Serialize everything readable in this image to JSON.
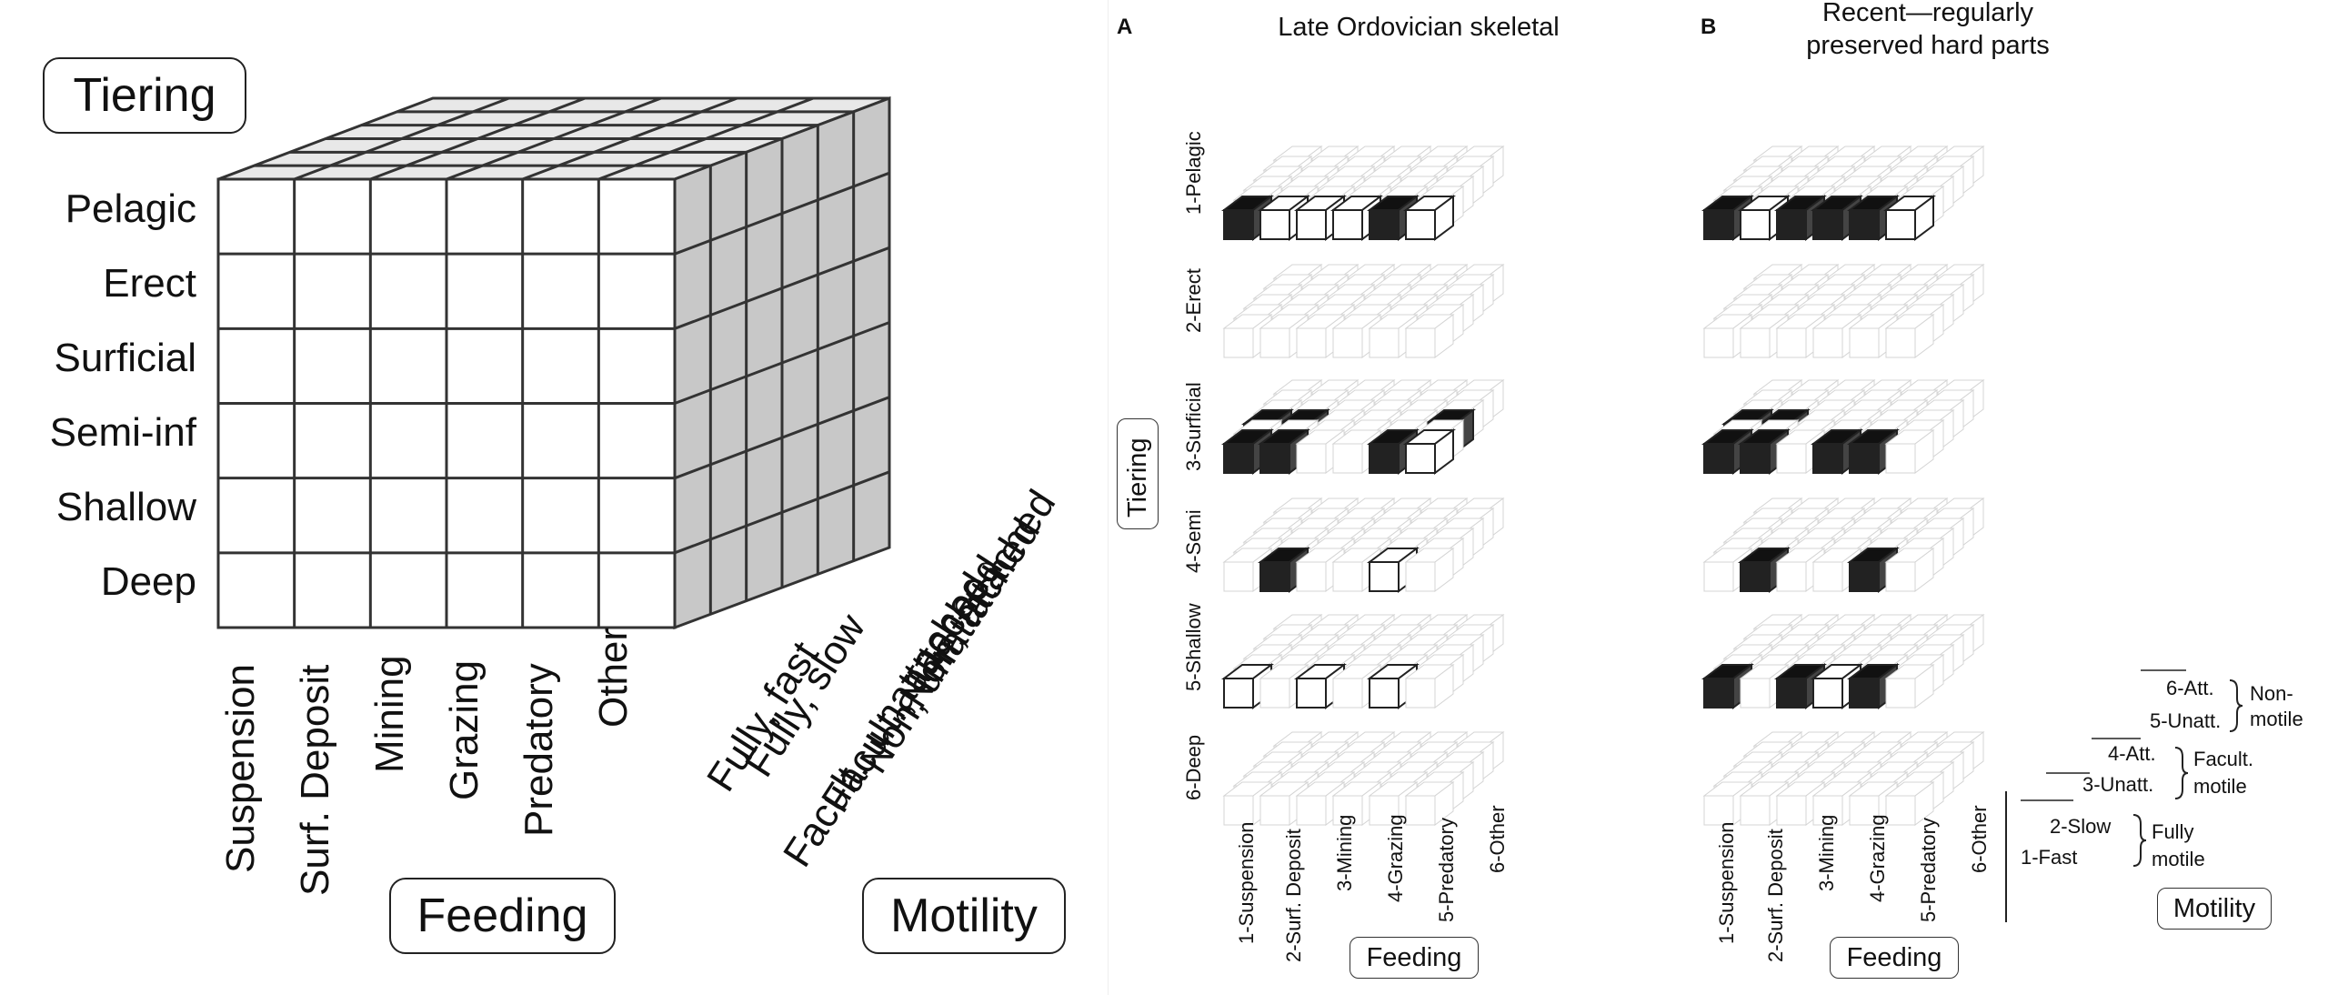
{
  "left": {
    "tiering_label": "Tiering",
    "feeding_label": "Feeding",
    "motility_label": "Motility",
    "tiers": [
      "Pelagic",
      "Erect",
      "Surficial",
      "Semi-inf",
      "Shallow",
      "Deep"
    ],
    "feeding": [
      "Suspension",
      "Surf. Deposit",
      "Mining",
      "Grazing",
      "Predatory",
      "Other"
    ],
    "motility": [
      "Fully, fast",
      "Fully, slow",
      "Facult., unattached",
      "Facult., attached",
      "Non, unattached",
      "Non, attached"
    ]
  },
  "panel_a": {
    "letter": "A",
    "title": "Late Ordovician skeletal"
  },
  "panel_b": {
    "letter": "B",
    "title_line1": "Recent—regularly",
    "title_line2": "preserved hard parts"
  },
  "right": {
    "tiering_label": "Tiering",
    "feeding_label": "Feeding",
    "motility_label": "Motility",
    "tiers": [
      "1-Pelagic",
      "2-Erect",
      "3-Surficial",
      "4-Semi",
      "5-Shallow",
      "6-Deep"
    ],
    "feeding": [
      "1-Suspension",
      "2-Surf. Deposit",
      "3-Mining",
      "4-Grazing",
      "5-Predatory",
      "6-Other"
    ],
    "motility_key": [
      {
        "code": "6-Att.",
        "group": ""
      },
      {
        "code": "5-Unatt.",
        "group": ""
      },
      {
        "code": "4-Att.",
        "group": ""
      },
      {
        "code": "3-Unatt.",
        "group": ""
      },
      {
        "code": "2-Slow",
        "group": ""
      },
      {
        "code": "1-Fast",
        "group": ""
      }
    ],
    "groups": {
      "non_line1": "Non-",
      "non_line2": "motile",
      "facult_line1": "Facult.",
      "facult_line2": "motile",
      "fully_line1": "Fully",
      "fully_line2": "motile"
    }
  }
}
